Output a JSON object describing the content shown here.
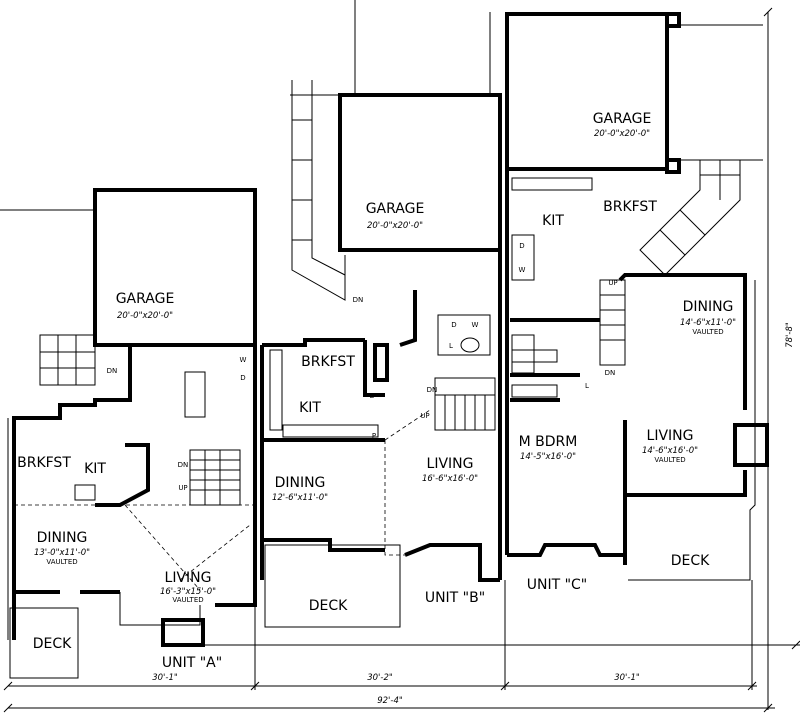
{
  "units": {
    "a": {
      "label": "UNIT \"A\"",
      "width": "30'-1\"",
      "garage": {
        "name": "GARAGE",
        "size": "20'-0\"x20'-0\""
      },
      "brkfst": "BRKFST",
      "kit": "KIT",
      "dining": {
        "name": "DINING",
        "size": "13'-0\"x11'-0\"",
        "note": "VAULTED"
      },
      "living": {
        "name": "LIVING",
        "size": "16'-3\"x15'-0\"",
        "note": "VAULTED"
      },
      "deck": "DECK"
    },
    "b": {
      "label": "UNIT \"B\"",
      "width": "30'-2\"",
      "garage": {
        "name": "GARAGE",
        "size": "20'-0\"x20'-0\""
      },
      "brkfst": "BRKFST",
      "kit": "KIT",
      "dining": {
        "name": "DINING",
        "size": "12'-6\"x11'-0\""
      },
      "living": {
        "name": "LIVING",
        "size": "16'-6\"x16'-0\""
      },
      "deck": "DECK"
    },
    "c": {
      "label": "UNIT \"C\"",
      "width": "30'-1\"",
      "garage": {
        "name": "GARAGE",
        "size": "20'-0\"x20'-0\""
      },
      "brkfst": "BRKFST",
      "kit": "KIT",
      "dining": {
        "name": "DINING",
        "size": "14'-6\"x11'-0\"",
        "note": "VAULTED"
      },
      "living": {
        "name": "LIVING",
        "size": "14'-6\"x16'-0\"",
        "note": "VAULTED"
      },
      "mbdrm": {
        "name": "M BDRM",
        "size": "14'-5\"x16'-0\""
      },
      "deck": "DECK"
    }
  },
  "overall": {
    "width": "92'-4\"",
    "depth": "78'-8\""
  },
  "annotations": {
    "dn": "DN",
    "up": "UP",
    "dryer": "D",
    "washer": "W",
    "linen": "L",
    "bench": "B",
    "pantry": "P"
  }
}
